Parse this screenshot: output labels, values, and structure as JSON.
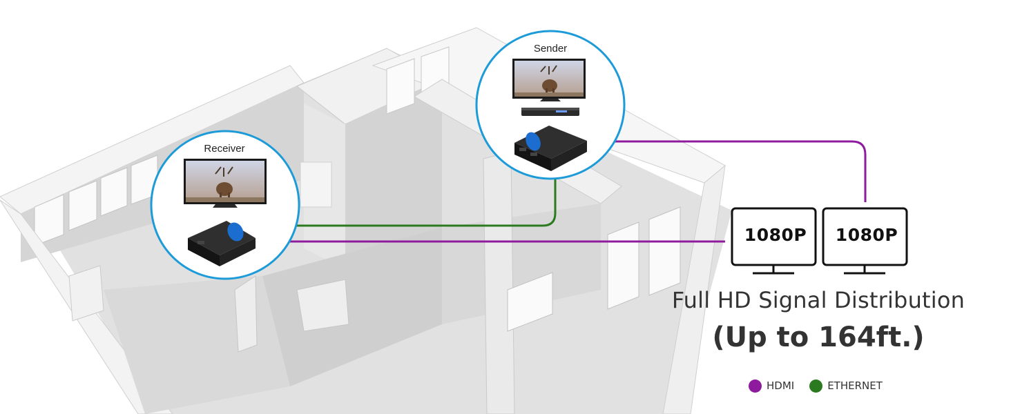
{
  "sender": {
    "label": "Sender"
  },
  "receiver": {
    "label": "Receiver"
  },
  "displays": [
    {
      "resolution": "1080P"
    },
    {
      "resolution": "1080P"
    }
  ],
  "headline": "Full HD Signal Distribution",
  "subheadline": "(Up to 164ft.)",
  "legend": [
    {
      "label": "HDMI",
      "color": "#8e1a9e"
    },
    {
      "label": "ETHERNET",
      "color": "#2b7a1f"
    }
  ],
  "colors": {
    "circle_border": "#1d9bd8",
    "hdmi": "#8e1a9e",
    "ethernet": "#2b7a1f",
    "device_accent": "#1b6ed0"
  }
}
